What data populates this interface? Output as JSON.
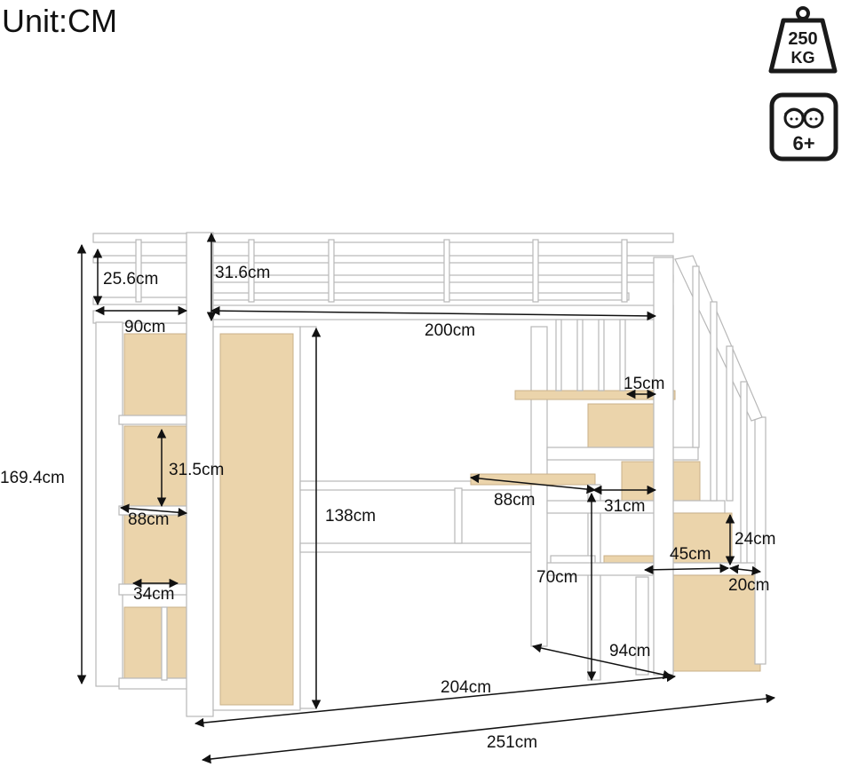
{
  "header": {
    "unit_label": "Unit:CM"
  },
  "badges": {
    "weight": {
      "icon": "weight-icon",
      "line1": "250",
      "line2": "KG"
    },
    "age": {
      "icon": "children-age-icon",
      "label": "6+"
    }
  },
  "dimensions": {
    "rail_left_height": "25.6cm",
    "rail_main_height": "31.6cm",
    "shelf_unit_width_top": "90cm",
    "bed_length": "200cm",
    "step_depth": "15cm",
    "total_height": "169.4cm",
    "shelf_height": "31.5cm",
    "clearance_height": "138cm",
    "shelf_width": "88cm",
    "desk_length": "88cm",
    "desk_depth": "31cm",
    "shelf_depth": "34cm",
    "step_height": "24cm",
    "step_width": "45cm",
    "step_run": "20cm",
    "desk_height": "70cm",
    "desk_width_bottom": "94cm",
    "inner_length": "204cm",
    "total_length": "251cm"
  },
  "colors": {
    "frame": "#ffffff",
    "wood": "#ebd4ab",
    "outline": "#b8b8b8",
    "dimension_line": "#111111"
  }
}
